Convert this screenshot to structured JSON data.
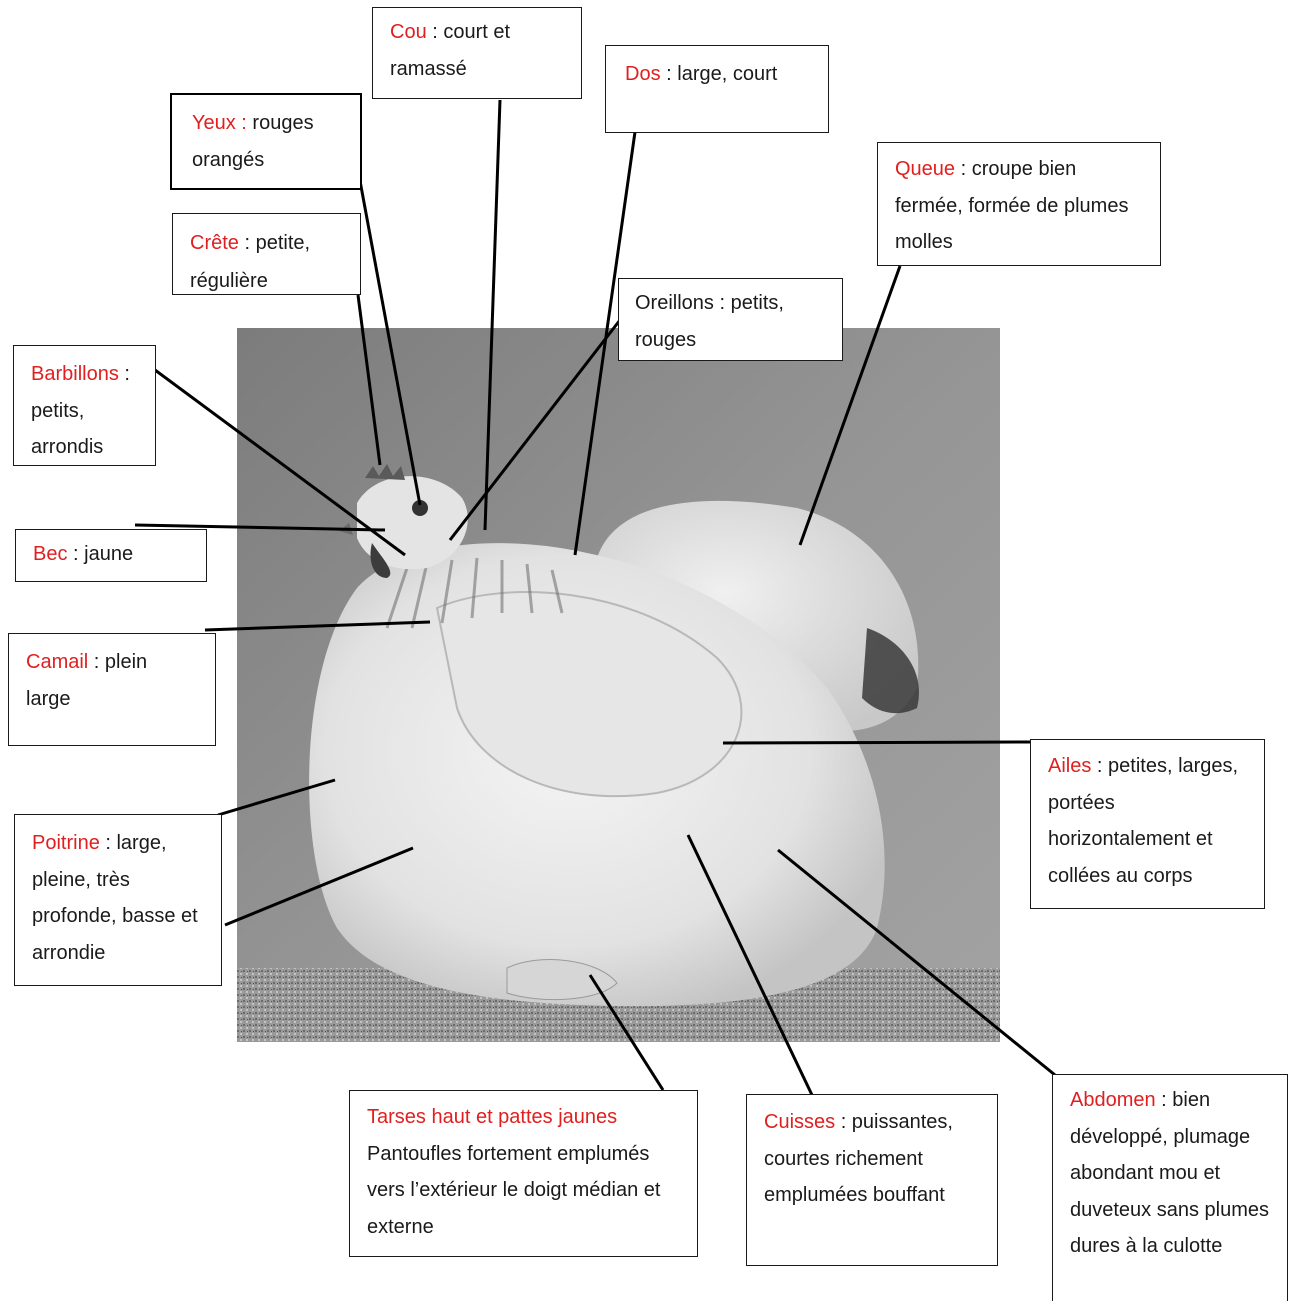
{
  "colors": {
    "term": "#e02020",
    "text": "#1a1a1a",
    "border": "#1a1a1a"
  },
  "labels": {
    "cou": {
      "term": "Cou",
      "desc": " : court et ramassé"
    },
    "dos": {
      "term": "Dos",
      "desc": " : large, court"
    },
    "yeux": {
      "term": "Yeux :",
      "desc": " rouges orangés"
    },
    "crete": {
      "term": "Crête",
      "desc": " : petite, régulière"
    },
    "queue": {
      "term": "Queue",
      "desc": " : croupe bien fermée, formée de plumes molles"
    },
    "oreillons": {
      "term": "",
      "desc": "Oreillons : petits, rouges"
    },
    "barbillons": {
      "term": "Barbillons",
      "desc": " : petits, arrondis"
    },
    "bec": {
      "term": "Bec",
      "desc": " : jaune"
    },
    "camail": {
      "term": "Camail",
      "desc": " : plein large"
    },
    "ailes": {
      "term": "Ailes",
      "desc": " : petites, larges, portées horizontalement et collées au corps"
    },
    "poitrine": {
      "term": "Poitrine",
      "desc": " : large, pleine, très profonde, basse et arrondie"
    },
    "tarses": {
      "term": "Tarses haut et pattes jaunes",
      "desc": "Pantoufles fortement emplumés vers l’extérieur le doigt médian et externe"
    },
    "cuisses": {
      "term": "Cuisses",
      "desc": " : puissantes, courtes richement emplumées bouffant"
    },
    "abdomen": {
      "term": "Abdomen",
      "desc": " : bien développé, plumage abondant mou et duveteux sans plumes dures à la culotte"
    }
  }
}
